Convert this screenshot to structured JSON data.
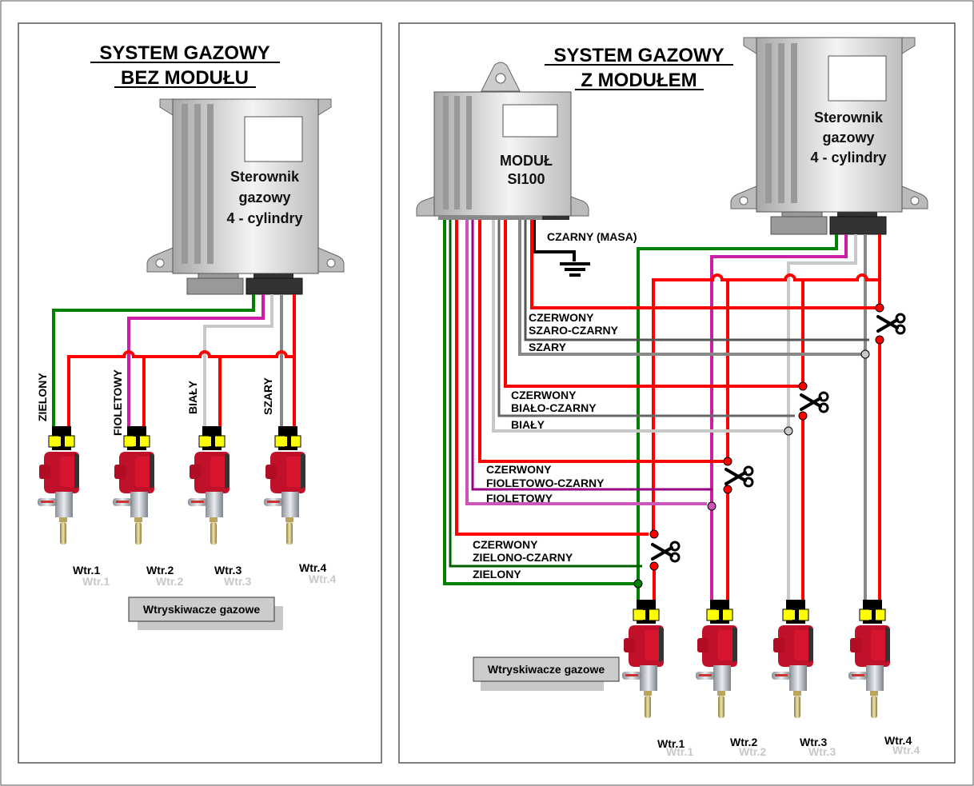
{
  "colors": {
    "green": "#008000",
    "red": "#ff0000",
    "violet": "#cc33aa",
    "white_wire": "#c8c8c8",
    "gray_wire": "#888888",
    "black": "#000000",
    "connector_yellow": "#ffff00"
  },
  "left_panel": {
    "title_line1": "SYSTEM GAZOWY",
    "title_line2": "BEZ MODUŁU",
    "controller": {
      "line1": "Sterownik",
      "line2": "gazowy",
      "line3": "4 - cylindry"
    },
    "wire_labels": [
      "ZIELONY",
      "FIOLETOWY",
      "BIAŁY",
      "SZARY"
    ],
    "injectors": [
      "Wtr.1",
      "Wtr.2",
      "Wtr.3",
      "Wtr.4"
    ],
    "caption": "Wtryskiwacze gazowe"
  },
  "right_panel": {
    "title_line1": "SYSTEM GAZOWY",
    "title_line2": "Z MODUŁEM",
    "module": {
      "line1": "MODUŁ",
      "line2": "SI100"
    },
    "controller": {
      "line1": "Sterownik",
      "line2": "gazowy",
      "line3": "4 - cylindry"
    },
    "ground_label": "CZARNY (MASA)",
    "wire_groups": [
      {
        "l1": "CZERWONY",
        "l2": "SZARO-CZARNY",
        "l3": "SZARY"
      },
      {
        "l1": "CZERWONY",
        "l2": "BIAŁO-CZARNY",
        "l3": "BIAŁY"
      },
      {
        "l1": "CZERWONY",
        "l2": "FIOLETOWO-CZARNY",
        "l3": "FIOLETOWY"
      },
      {
        "l1": "CZERWONY",
        "l2": "ZIELONO-CZARNY",
        "l3": "ZIELONY"
      }
    ],
    "injectors": [
      "Wtr.1",
      "Wtr.2",
      "Wtr.3",
      "Wtr.4"
    ],
    "caption": "Wtryskiwacze gazowe"
  }
}
